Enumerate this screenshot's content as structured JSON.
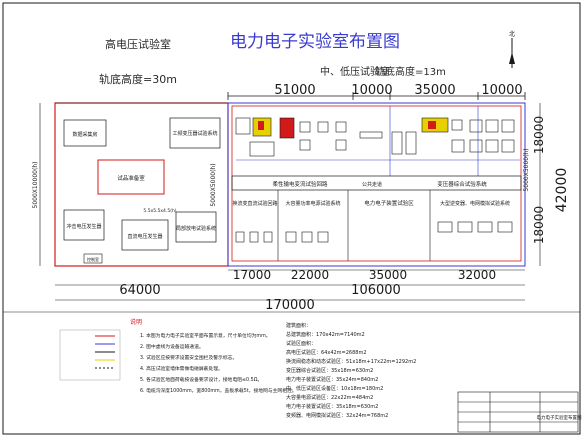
{
  "title": "电力电子实验室布置图",
  "north_mark": "北",
  "hv_lab": {
    "name": "高电压试验室",
    "crane_height": "轨底高度=30m",
    "rooms": [
      "数据采集房",
      "工频变压器试验系统",
      "试品准备室",
      "冲击电压发生器",
      "直流电压发生器",
      "局部放电试验系统",
      "控制室"
    ],
    "dim_small": "5.5x5.5x4.5(h)"
  },
  "mlv_lab": {
    "name": "中、低压试验室",
    "crane_height": "轨底高度=13m",
    "bands": [
      "柔性输电变流试验回路",
      "公共走道",
      "变压器综合试验系统"
    ],
    "rooms": [
      "换流变直流试验回路",
      "大容量功率电源试验系统",
      "电力电子装置试验区",
      "大型逆变器、电网模拟试验系统"
    ]
  },
  "dimensions": {
    "top_segments": [
      "51000",
      "10000",
      "35000",
      "10000"
    ],
    "bottom_segments": [
      "17000",
      "22000",
      "35000",
      "32000"
    ],
    "hv_width": "64000",
    "mlv_width": "106000",
    "total_width": "170000",
    "hv_height": "5000X10000(h)",
    "mlv_height_left": "5000X5000(h)",
    "right_upper_height": "5000X5000(h)",
    "right_segments": [
      "18000",
      "18000"
    ],
    "total_height": "42000"
  },
  "legend_items": [
    "——",
    "——",
    "——",
    "——",
    "——",
    "——",
    "——",
    "——",
    "——",
    "——"
  ],
  "notes_heading": "说明",
  "notes": [
    "1.  本图为电力电子实验室平面布置示意，尺寸单位均为mm。",
    "2.  图中虚线为设备运输通道。",
    "3.  试验区应按要求设置安全围栏及警示标志。",
    "4.  高压试验室墙体需做电磁屏蔽处理。",
    "5.  各试验区地面荷载按设备要求设计，接地电阻≤0.5Ω。",
    "6.  电缆沟深度1000mm，宽800mm，盖板承载5t，接地网与主网相连。"
  ],
  "area_table": [
    "建筑面积：",
    "总建筑面积：170x42m=7140m2",
    "试验区面积：",
    "高电压试验区：64x42m=2688m2",
    "换流阀稳态和动态试验区：51x18m+17x22m=1292m2",
    "变压器综合试验区：35x18m=630m2",
    "电力电子装置试验区：35x24m=840m2",
    "中、低压试验区设备区：10x18m=180m2",
    "大容量电源试验区：22x22m=484m2",
    "电力电子装置试验区：35x18m=630m2",
    "变频器、电网模拟试验区：32x24m=768m2"
  ],
  "title_block": {
    "drawing_name": "电力电子实验室布置图"
  }
}
